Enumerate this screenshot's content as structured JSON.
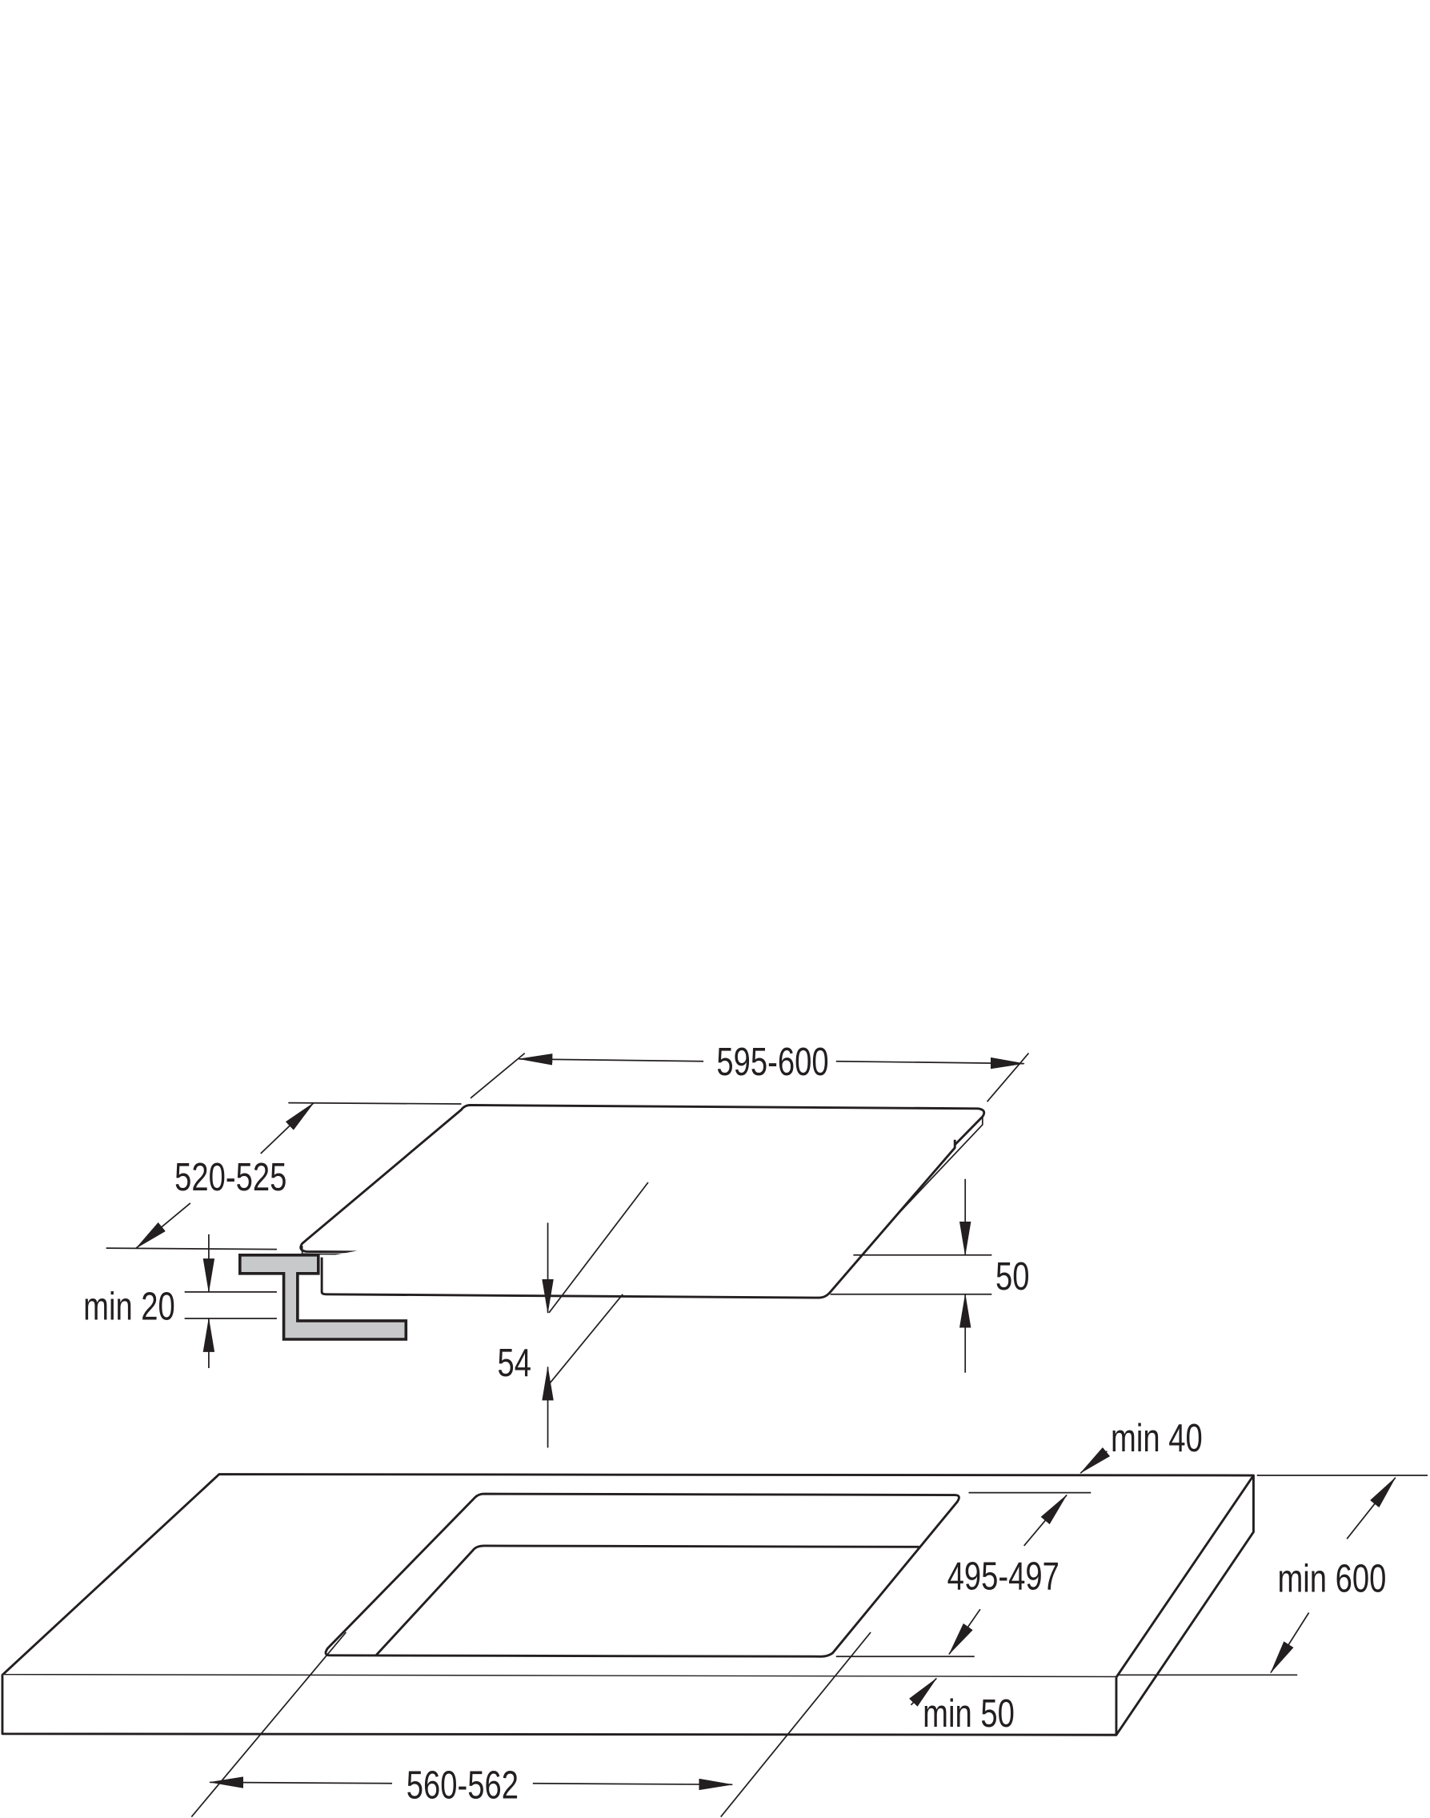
{
  "diagram": {
    "hob": {
      "width_label": "595-600",
      "depth_label": "520-525",
      "height_label": "50",
      "depth_below_label": "54",
      "bracket_label": "min 20"
    },
    "worktop": {
      "cutout_width_label": "560-562",
      "cutout_depth_label": "495-497",
      "rear_clearance_label": "min 40",
      "front_clearance_label": "min 50",
      "worktop_depth_label": "min 600"
    },
    "colors": {
      "line": "#231f20",
      "bracket_fill": "#c8c9cb"
    }
  }
}
